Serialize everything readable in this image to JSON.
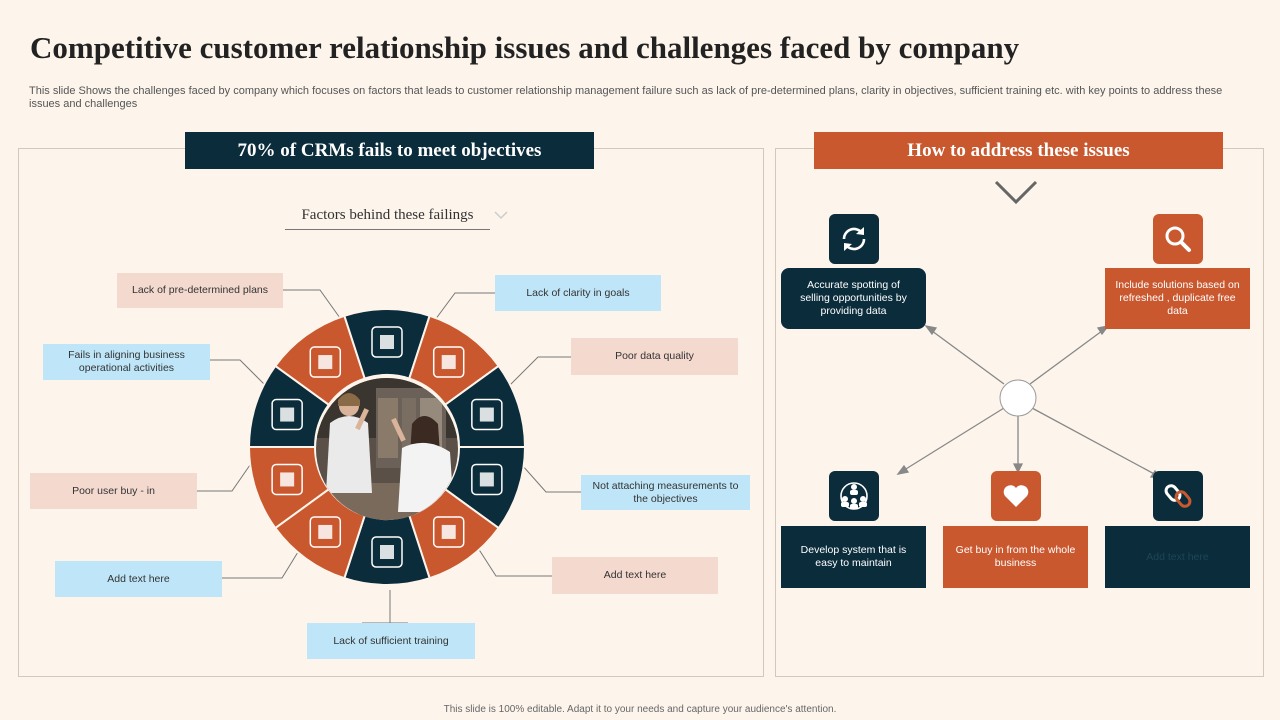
{
  "title": "Competitive customer relationship issues and challenges faced by company",
  "subtitle": "This slide Shows the challenges faced by company which focuses on factors that leads to customer relationship management failure such as lack of pre-determined plans, clarity in objectives, sufficient training etc. with key points to address these issues and challenges",
  "left": {
    "header": "70%  of CRMs fails to meet objectives",
    "factors_title": "Factors behind these failings",
    "labels": {
      "pre_determined": "Lack of pre-determined plans",
      "clarity": "Lack of clarity in goals",
      "aligning": "Fails in aligning business operational activities",
      "data_quality": "Poor data quality",
      "user_buy_in": "Poor user buy - in",
      "measurements": "Not attaching measurements to the objectives",
      "add_text_1": "Add text here",
      "add_text_2": "Add text here",
      "training": "Lack of sufficient training"
    }
  },
  "right": {
    "header": "How to address these issues",
    "accurate": "Accurate spotting of selling opportunities by providing data",
    "include": "Include solutions based on refreshed , duplicate free data",
    "develop": "Develop system that is easy to maintain",
    "buy_in": "Get buy in from the whole business",
    "add_text": "Add text here"
  },
  "footer": "This slide is 100% editable.  Adapt it to your needs and capture your audience's attention.",
  "colors": {
    "navy": "#0b2c3b",
    "orange": "#c9582f",
    "pink": "#f4d9cf",
    "blue": "#bfe6f8",
    "background": "#fdf5ec"
  },
  "icons": [
    "signpost-icon",
    "telescope-icon",
    "folder-icon",
    "ruler-icon",
    "pen-tool-icon",
    "presentation-icon",
    "person-icon",
    "team-icon",
    "pen-icon",
    "sync-icon",
    "search-icon",
    "network-icon",
    "heart-icon",
    "link-icon"
  ]
}
